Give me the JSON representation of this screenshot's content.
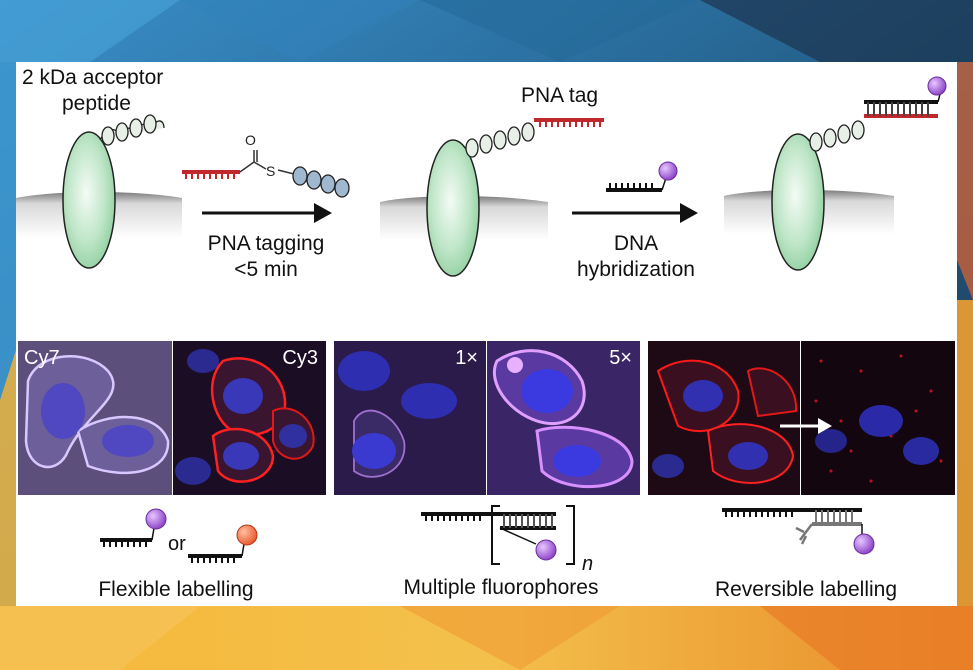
{
  "labels": {
    "acceptor_line1": "2 kDa acceptor",
    "acceptor_line2": "peptide",
    "pna_tag": "PNA tag",
    "tagging_line1": "PNA tagging",
    "tagging_line2": "<5 min",
    "hyb_line1": "DNA",
    "hyb_line2": "hybridization",
    "thioester_o": "O",
    "thioester_s": "S"
  },
  "micrographs": {
    "cy7": "Cy7",
    "cy3": "Cy3",
    "x1": "1×",
    "x5": "5×"
  },
  "bottom": {
    "or": "or",
    "n": "n",
    "flexible": "Flexible labelling",
    "multiple": "Multiple fluorophores",
    "reversible": "Reversible labelling"
  },
  "colors": {
    "pna_red": "#c0282b",
    "protein_green": "#bfe6c8",
    "fluor_purple": "#a561d6",
    "fluor_orange": "#e8552c"
  }
}
